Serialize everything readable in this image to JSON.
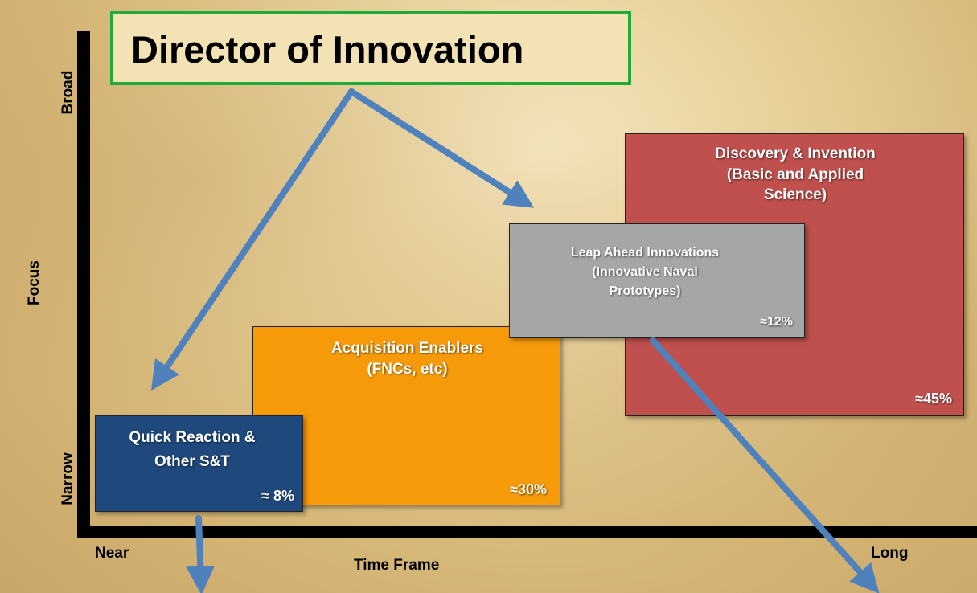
{
  "title": "Director of Innovation",
  "axes": {
    "x_label": "Time Frame",
    "x_min_label": "Near",
    "x_max_label": "Long",
    "y_label": "Focus",
    "y_min_label": "Narrow",
    "y_max_label": "Broad"
  },
  "boxes": {
    "discovery": {
      "line1": "Discovery & Invention",
      "line2": "(Basic and Applied",
      "line3": "Science)",
      "percent": "≈45%",
      "color": "#c0504d"
    },
    "leap": {
      "line1": "Leap Ahead Innovations",
      "line2": "(Innovative Naval",
      "line3": "Prototypes)",
      "percent": "≈12%",
      "color": "#a6a6a6"
    },
    "acquisition": {
      "line1": "Acquisition Enablers",
      "line2": "(FNCs, etc)",
      "percent": "≈30%",
      "color": "#f79a0a"
    },
    "quick": {
      "line1": "Quick Reaction &",
      "line2": "Other S&T",
      "percent": "≈ 8%",
      "color": "#1f497d"
    }
  },
  "colors": {
    "arrow": "#4f81bd",
    "title_border": "#1faa3a"
  }
}
